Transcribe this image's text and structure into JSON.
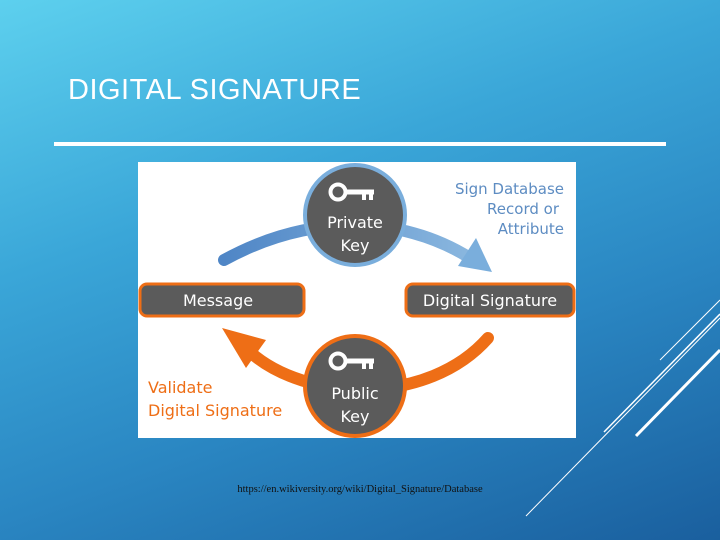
{
  "slide": {
    "title": "DIGITAL SIGNATURE",
    "source_caption": "https://en.wikiversity.org/wiki/Digital_Signature/Database"
  },
  "diagram": {
    "private_key": {
      "line1": "Private",
      "line2": "Key",
      "icon": "key-icon"
    },
    "public_key": {
      "line1": "Public",
      "line2": "Key",
      "icon": "key-icon"
    },
    "message_label": "Message",
    "signature_label": "Digital Signature",
    "sign_annotation": {
      "line1": "Sign Database",
      "line2": "Record or",
      "line3": "Attribute"
    },
    "validate_annotation": {
      "line1": "Validate",
      "line2": "Digital Signature"
    },
    "colors": {
      "gray_fill": "#5b5b5b",
      "orange": "#ee6e16",
      "blue": "#6a9fd3",
      "blue_text": "#5d8cc2",
      "orange_text": "#ee6e16"
    }
  }
}
